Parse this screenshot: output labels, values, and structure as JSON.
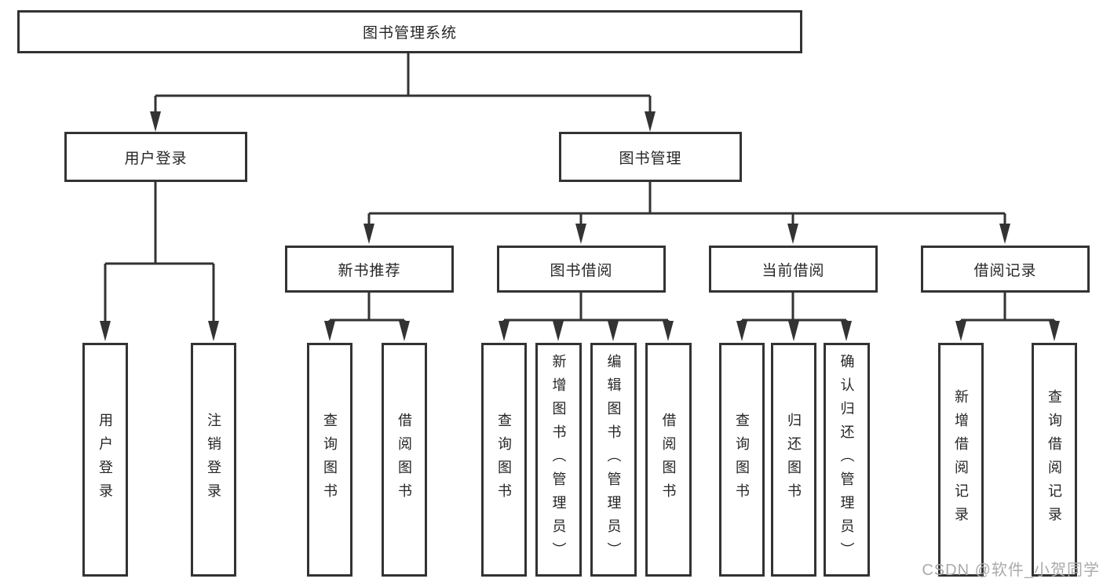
{
  "diagram": {
    "root": {
      "label": "图书管理系统"
    },
    "level2": {
      "user_login": {
        "label": "用户登录"
      },
      "book_mgmt": {
        "label": "图书管理"
      }
    },
    "level3": {
      "new_book": {
        "label": "新书推荐"
      },
      "book_borrow": {
        "label": "图书借阅"
      },
      "current_borrow": {
        "label": "当前借阅"
      },
      "borrow_record": {
        "label": "借阅记录"
      }
    },
    "leaves": {
      "user_login_children": [
        {
          "label": "用户登录"
        },
        {
          "label": "注销登录"
        }
      ],
      "new_book_children": [
        {
          "label": "查询图书"
        },
        {
          "label": "借阅图书"
        }
      ],
      "book_borrow_children": [
        {
          "label": "查询图书"
        },
        {
          "label": "新增图书（管理员）"
        },
        {
          "label": "编辑图书（管理员）"
        },
        {
          "label": "借阅图书"
        }
      ],
      "current_borrow_children": [
        {
          "label": "查询图书"
        },
        {
          "label": "归还图书"
        },
        {
          "label": "确认归还（管理员）"
        }
      ],
      "borrow_record_children": [
        {
          "label": "新增借阅记录"
        },
        {
          "label": "查询借阅记录"
        }
      ]
    }
  },
  "watermark": {
    "text": "CSDN @软件_小贺同学"
  },
  "colors": {
    "line": "#333333",
    "text": "#262626",
    "watermark": "#aaaaaa",
    "background": "#ffffff"
  }
}
